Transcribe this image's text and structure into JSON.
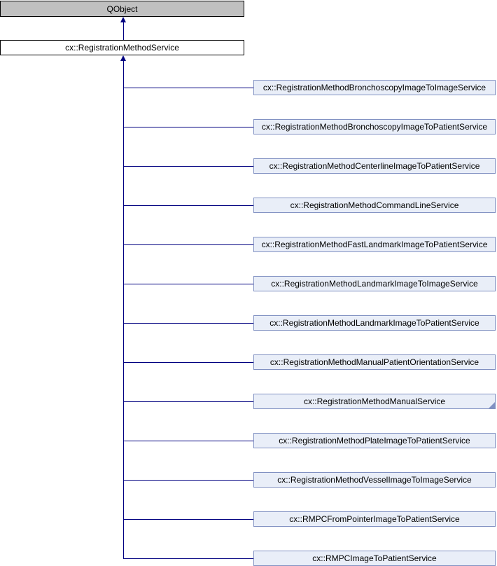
{
  "diagram": {
    "root": {
      "label": "QObject"
    },
    "base": {
      "label": "cx::RegistrationMethodService"
    },
    "children": [
      {
        "label": "cx::RegistrationMethodBronchoscopyImageToImageService"
      },
      {
        "label": "cx::RegistrationMethodBronchoscopyImageToPatientService"
      },
      {
        "label": "cx::RegistrationMethodCenterlineImageToPatientService"
      },
      {
        "label": "cx::RegistrationMethodCommandLineService"
      },
      {
        "label": "cx::RegistrationMethodFastLandmarkImageToPatientService"
      },
      {
        "label": "cx::RegistrationMethodLandmarkImageToImageService"
      },
      {
        "label": "cx::RegistrationMethodLandmarkImageToPatientService"
      },
      {
        "label": "cx::RegistrationMethodManualPatientOrientationService"
      },
      {
        "label": "cx::RegistrationMethodManualService",
        "has_subclasses": true
      },
      {
        "label": "cx::RegistrationMethodPlateImageToPatientService"
      },
      {
        "label": "cx::RegistrationMethodVesselImageToImageService"
      },
      {
        "label": "cx::RMPCFromPointerImageToPatientService"
      },
      {
        "label": "cx::RMPCImageToPatientService"
      }
    ],
    "colors": {
      "root_fill": "#c0c0c0",
      "root_border": "#000000",
      "base_fill": "#ffffff",
      "base_border": "#000000",
      "child_fill": "#e9eef8",
      "child_border": "#8191c2",
      "edge": "#000080",
      "text": "#000000"
    }
  }
}
